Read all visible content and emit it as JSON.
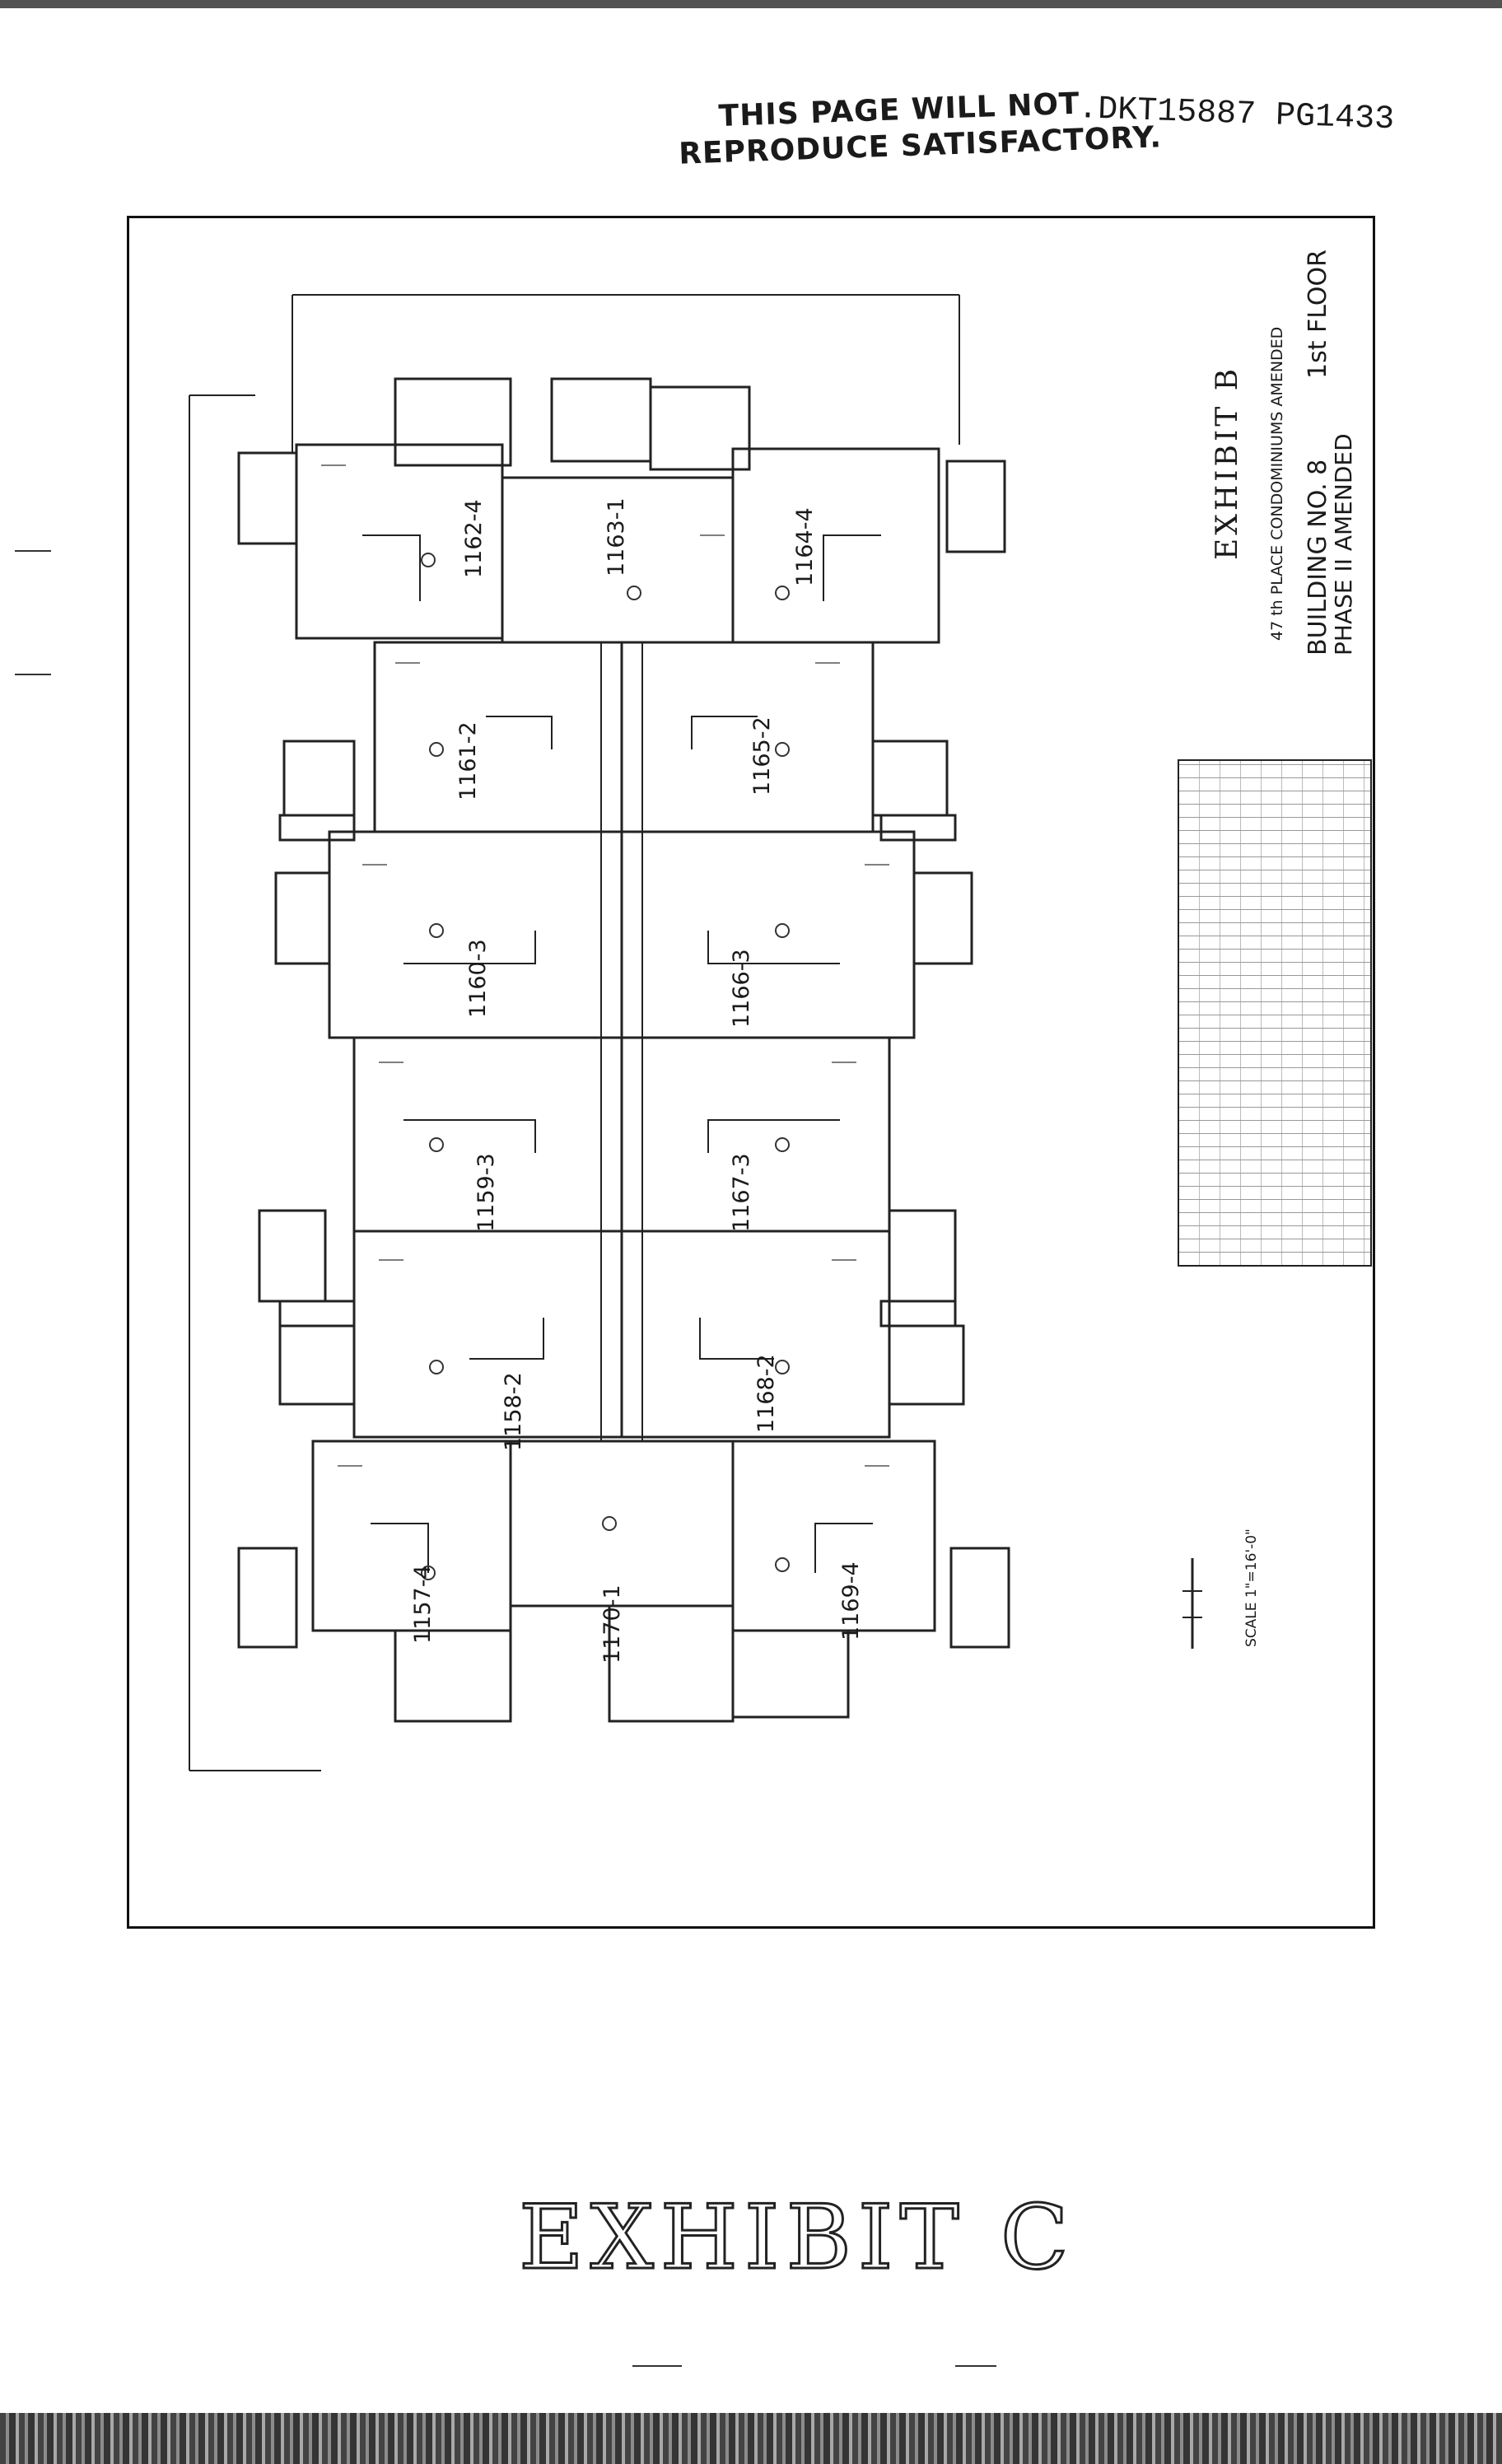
{
  "header": {
    "notice_line1": "THIS PAGE WILL NOT",
    "notice_line2": "REPRODUCE SATISFACTORY.",
    "book_ref": ".DKT15887 PG1433"
  },
  "title_block": {
    "exhibit_label": "EXHIBIT B",
    "project": "47 th PLACE CONDOMINIUMS AMENDED",
    "building": "BUILDING NO. 8",
    "floor": "1st FLOOR",
    "phase": "PHASE II AMENDED"
  },
  "plan": {
    "units_left": [
      "1162-4",
      "1161-2",
      "1160-3",
      "1159-3",
      "1158-2",
      "1157-4"
    ],
    "units_center": [
      "1163-1",
      "1170-1"
    ],
    "units_right": [
      "1164-4",
      "1165-2",
      "1166-3",
      "1167-3",
      "1168-2",
      "1169-4"
    ],
    "scale": "SCALE 1\"=16'-0\""
  },
  "footer": {
    "exhibit_label": "EXHIBIT C"
  }
}
